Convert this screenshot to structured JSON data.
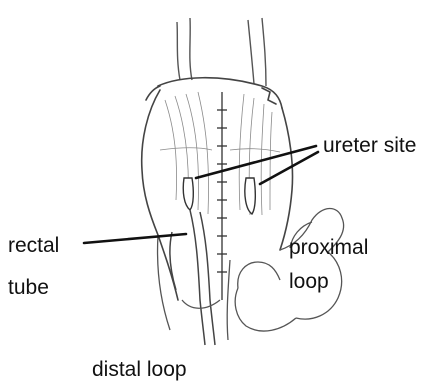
{
  "labels": {
    "ureter_site": "ureter site",
    "rectal_tube_line1": "rectal",
    "rectal_tube_line2": "tube",
    "proximal_loop_line1": "proximal",
    "proximal_loop_line2": "loop",
    "distal_loop": "distal loop"
  },
  "colors": {
    "ink": "#111111",
    "sketch": "#555555",
    "shade": "#8a8a8a",
    "background": "#ffffff"
  }
}
